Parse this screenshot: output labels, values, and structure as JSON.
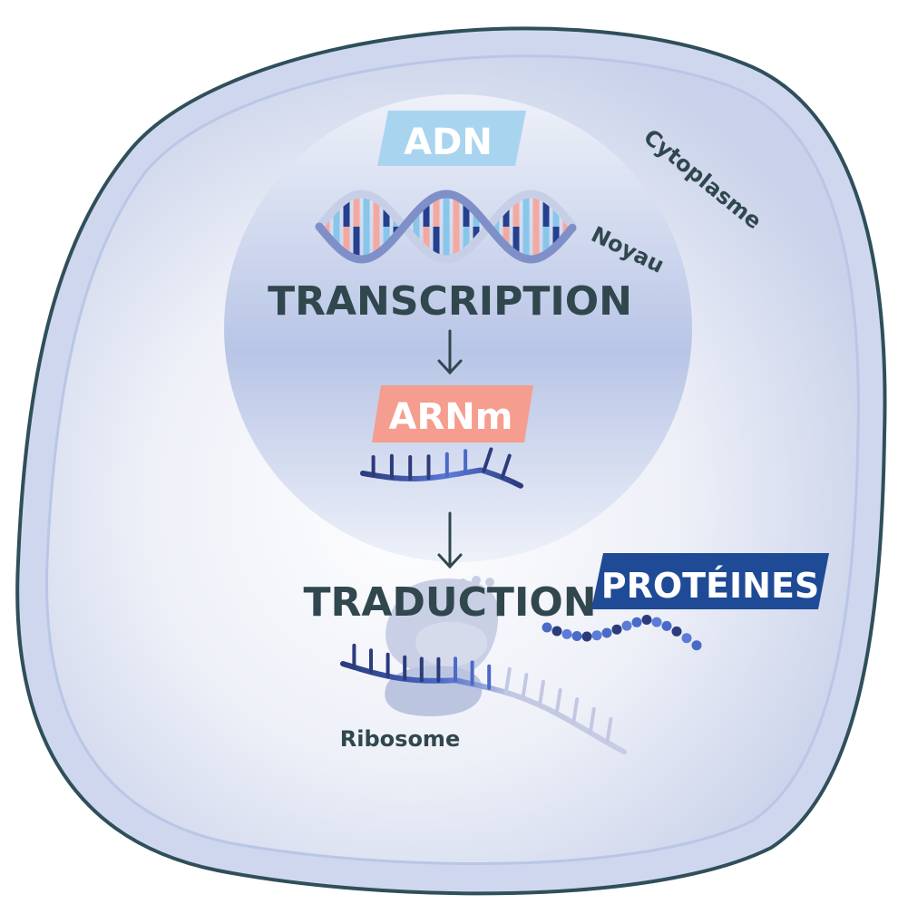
{
  "labels": {
    "adn": "ADN",
    "transcription": "TRANSCRIPTION",
    "arnm": "ARNm",
    "traduction": "TRADUCTION",
    "proteines": "PROTÉINES",
    "cytoplasme": "Cytoplasme",
    "noyau": "Noyau",
    "ribosome": "Ribosome"
  },
  "colors": {
    "cell_outline": "#2f4f5a",
    "cell_fill": "#e9ecf6",
    "cell_inner_ring": "#b9c6e6",
    "nucleus_fill": "#b2c0e3",
    "text_dark": "#30474e",
    "adn_tag": "#a9d4f0",
    "arnm_tag": "#f59d8e",
    "proteines_tag": "#1f4a96",
    "strand_dark": "#2b3b7c",
    "strand_mid": "#4a6ac8",
    "strand_light": "#c2c8e2",
    "dna_pink": "#f4a9a0",
    "dna_blue": "#88c6ea",
    "dna_navy": "#24408e",
    "ribosome": "#c6cde4"
  },
  "icons": [
    "dna-helix-icon",
    "mrna-strand-icon",
    "ribosome-icon",
    "protein-chain-icon",
    "arrow-down-icon"
  ]
}
